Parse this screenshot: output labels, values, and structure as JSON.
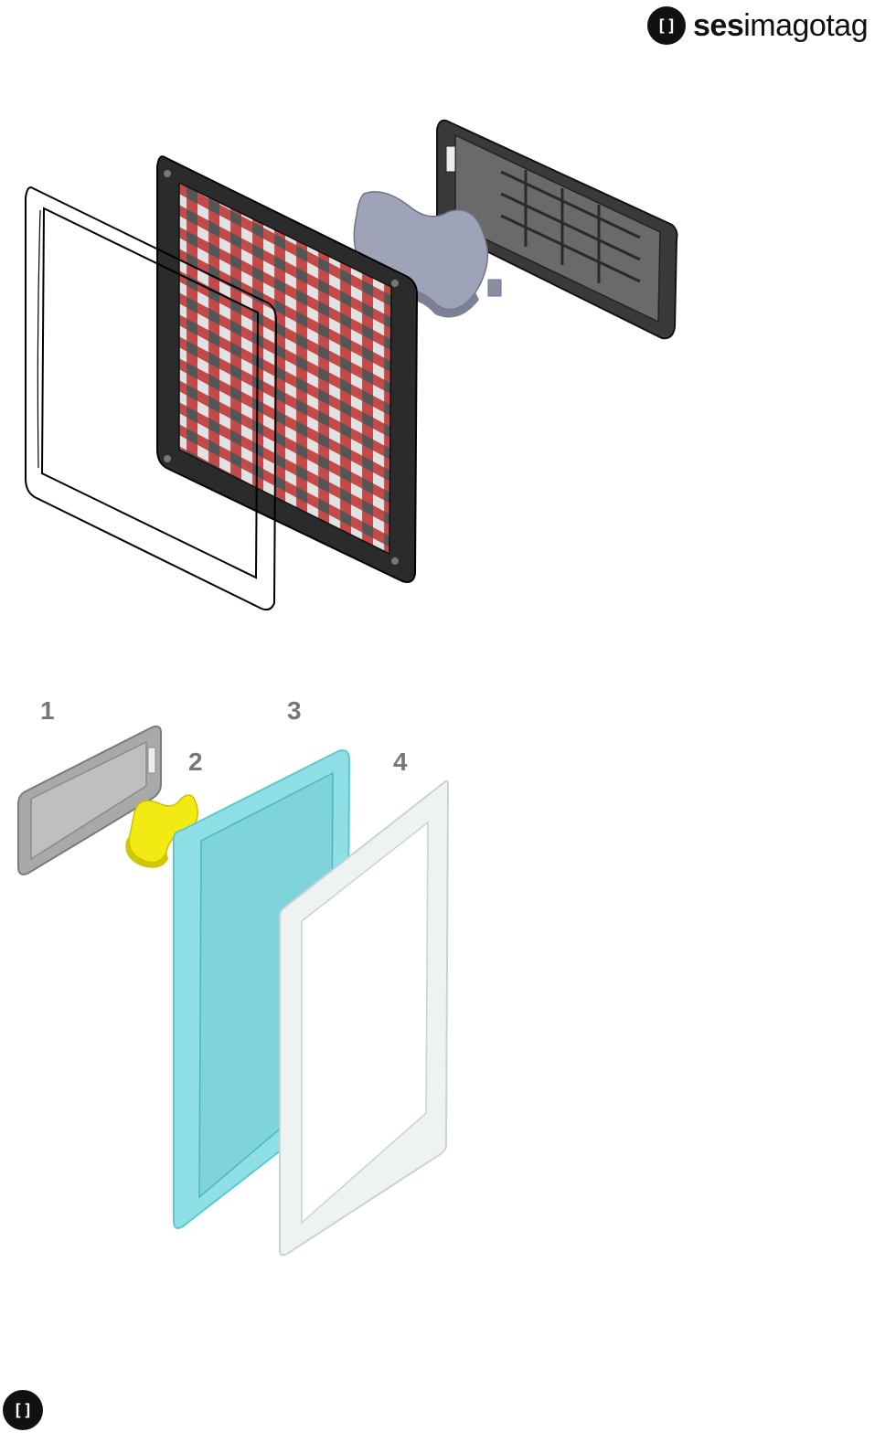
{
  "brand": {
    "mark": "[]",
    "name_bold": "ses",
    "name_light": "imagotag"
  },
  "figure_top": {
    "parts": [
      "frame-bezel",
      "display-panel",
      "foam-pad",
      "back-cover"
    ]
  },
  "figure_bottom": {
    "callouts": [
      "1",
      "2",
      "3",
      "4"
    ]
  },
  "footer": {
    "mark": "[]"
  },
  "colors": {
    "bezel_outline": "#000000",
    "panel_frame": "#2b2b2b",
    "panel_red": "#c44a4a",
    "panel_grey": "#bdbdbd",
    "foam_pad_top": "#9fa3b8",
    "back_cover": "#3a3a3a",
    "part1_grey": "#a9a9a9",
    "part2_yellow": "#f2ea12",
    "part3_cyan": "#8edfe6",
    "part4_white": "#eef2f3"
  }
}
